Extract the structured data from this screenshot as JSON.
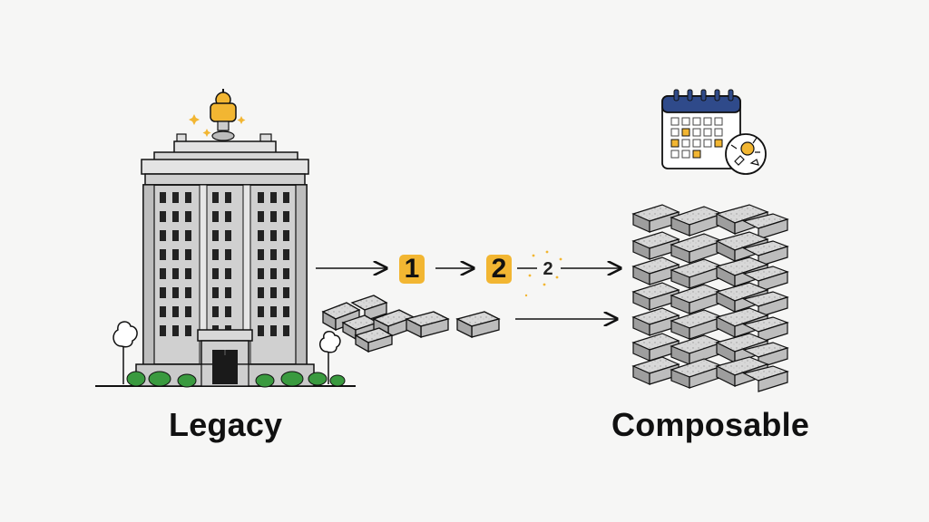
{
  "labels": {
    "legacy": "Legacy",
    "composable": "Composable"
  },
  "steps": [
    "1",
    "2",
    "2"
  ],
  "colors": {
    "accent": "#f2b632",
    "ink": "#111111",
    "tree": "#3a9a3f",
    "brick_light": "#d9d9d9",
    "brick_dark": "#8e8e8e",
    "calendar_header": "#2f4a8a"
  },
  "icons": [
    "legacy-building-icon",
    "trophy-icon",
    "tree-icon",
    "brick-icon",
    "calendar-icon",
    "rocket-icon",
    "arrow-icon"
  ]
}
